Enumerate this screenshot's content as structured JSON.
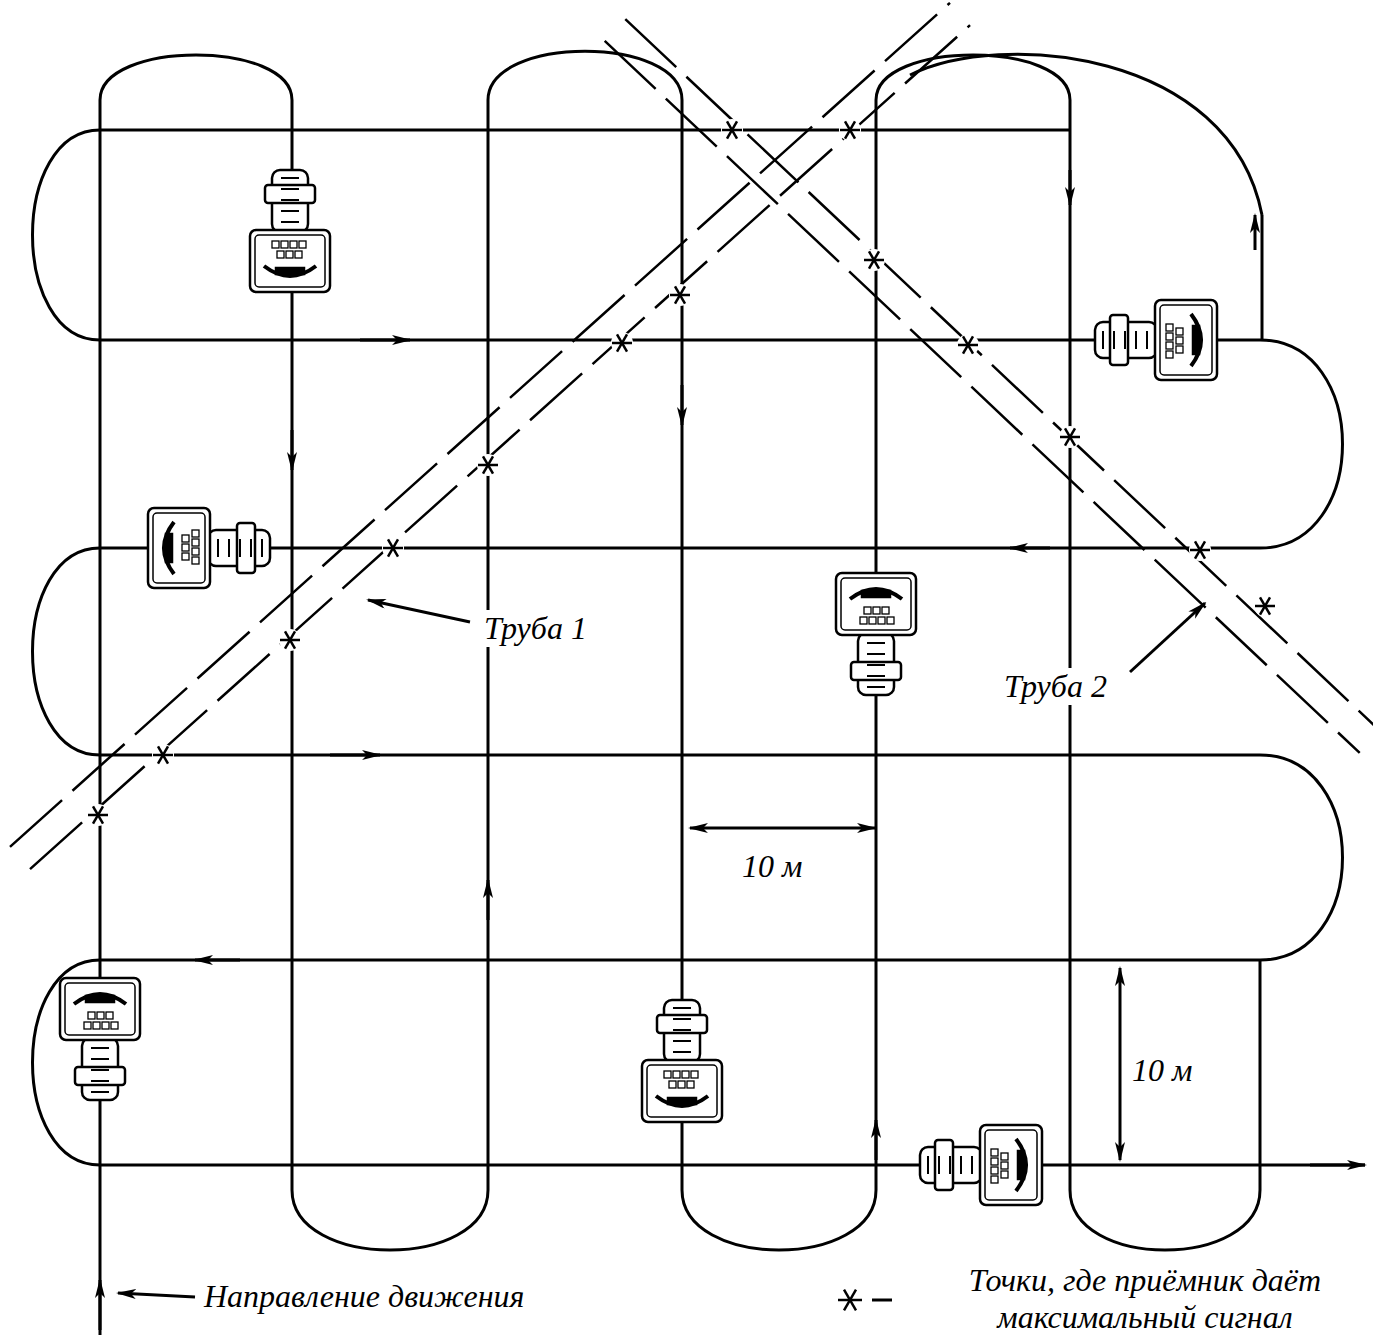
{
  "diagram": {
    "labels": [
      "Труба 1",
      "Труба 2",
      "10 м",
      "10 м",
      "Направление движения"
    ],
    "legend": [
      {
        "text": "Точки, где приёмник даёт максимальный сигнал"
      }
    ]
  }
}
